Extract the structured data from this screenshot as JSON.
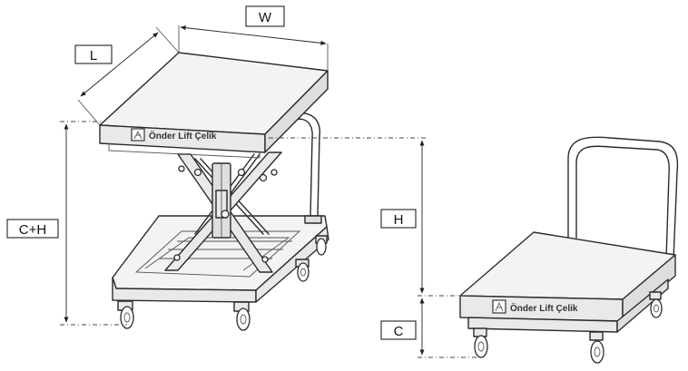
{
  "labels": {
    "width": "W",
    "length": "L",
    "total_height": "C+H",
    "lift_height": "H",
    "closed_height": "C"
  },
  "brand": {
    "text": "Önder Lift Çelik"
  }
}
